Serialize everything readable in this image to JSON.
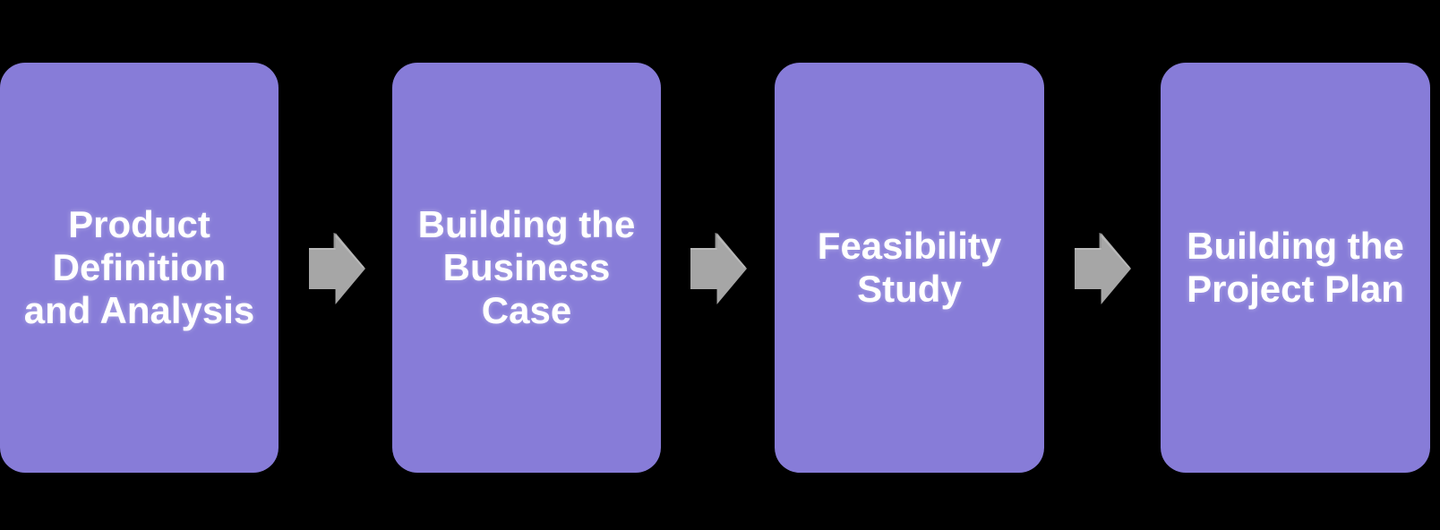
{
  "theme": {
    "background": "#000000",
    "box_fill": "#877CD8",
    "text_color": "#FFFFFF",
    "arrow_fill": "#A6A6A6"
  },
  "diagram": {
    "type": "process-flow",
    "direction": "left-to-right",
    "steps": [
      {
        "label": "Product\nDefinition\nand Analysis"
      },
      {
        "label": "Building the\nBusiness\nCase"
      },
      {
        "label": "Feasibility\nStudy"
      },
      {
        "label": "Building the\nProject Plan"
      }
    ],
    "connectors": {
      "count": 3,
      "style": "block-arrow",
      "direction": "right"
    }
  }
}
